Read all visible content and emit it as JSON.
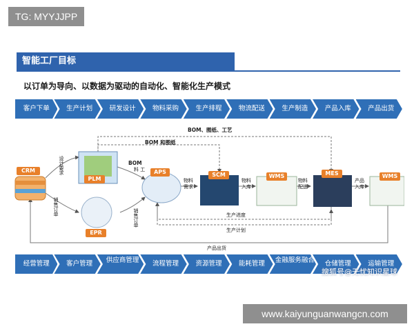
{
  "corner_tag": "TG: MYYJJPP",
  "slide_title": "智能工厂目标",
  "subtitle": "以订单为导向、以数据为驱动的自动化、智能化生产模式",
  "process_flow": [
    "客户下单",
    "生产计划",
    "研发设计",
    "物料采购",
    "生产排程",
    "物流配送",
    "生产制造",
    "产品入库",
    "产品出货"
  ],
  "management_flow": [
    "经营管理",
    "客户管理",
    "供应商管理",
    "流程管理",
    "资源管理",
    "能耗管理",
    "金融服务融合",
    "仓储管理",
    "运输管理"
  ],
  "nodes": {
    "crm": "CRM",
    "plm": "PLM",
    "epr": "EPR",
    "aps": "APS",
    "scm": "SCM",
    "wms1": "WMS",
    "mes": "MES",
    "wms2": "WMS"
  },
  "labels": {
    "bom_top": "BOM、图纸、工艺",
    "bom_drawings": "BOM 和图纸",
    "bom_small": "BOM",
    "material_work": "料 工",
    "design_req": "设计要求",
    "sales_order_1": "销售订单",
    "sales_order_2": "销售订单",
    "material_need": "物料需求",
    "material_in": "物料入库",
    "material_dist": "物料配送",
    "product_in": "产品入库",
    "progress": "生产进度",
    "plan": "生产计划",
    "shipping": "产品出货"
  },
  "watermark": "搜狐号@无忧知识星球",
  "url": "www.kaiyunguanwangcn.com",
  "colors": {
    "title_bg": "#2f63ad",
    "chevron": "#2f6fb7",
    "orange_node": "#e8802a",
    "blue_node": "#2b5fb0"
  }
}
